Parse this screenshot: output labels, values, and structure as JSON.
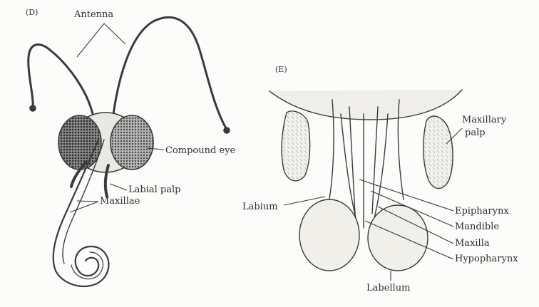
{
  "panel_d": {
    "tag": "(D)",
    "labels": {
      "antenna": "Antenna",
      "compound_eye": "Compound eye",
      "labial_palp": "Labial palp",
      "maxillae": "Maxillae"
    }
  },
  "panel_e": {
    "tag": "(E)",
    "labels": {
      "maxillary_palp_line1": "Maxillary",
      "maxillary_palp_line2": "palp",
      "labium": "Labium",
      "epipharynx": "Epipharynx",
      "mandible": "Mandible",
      "maxilla": "Maxilla",
      "hypopharynx": "Hypopharynx",
      "labellum": "Labellum"
    }
  },
  "colors": {
    "ink": "#2e2e2e",
    "eye_fill": "#3a3a3a",
    "paper": "#fcfcfa"
  }
}
